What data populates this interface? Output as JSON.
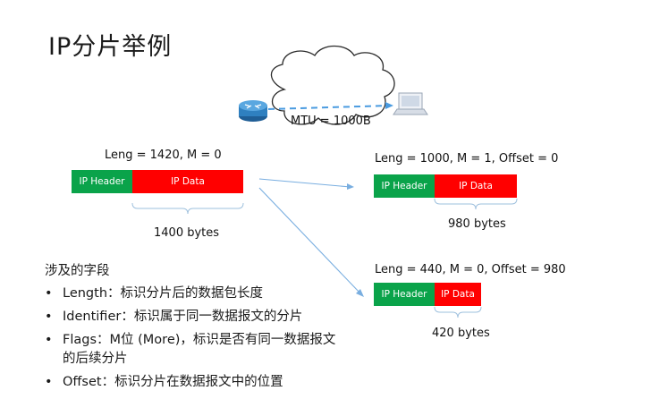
{
  "title": "IP分片举例",
  "network": {
    "mtu_label": "MTU = 1000B",
    "router_icon": "router-icon",
    "laptop_icon": "laptop-icon",
    "cloud_icon": "cloud-icon"
  },
  "original": {
    "label": "Leng = 1420, M = 0",
    "header": "IP Header",
    "data": "IP Data",
    "size": "1400 bytes"
  },
  "fragments": [
    {
      "label": "Leng = 1000, M = 1, Offset = 0",
      "header": "IP Header",
      "data": "IP Data",
      "size": "980 bytes"
    },
    {
      "label": "Leng = 440, M = 0, Offset = 980",
      "header": "IP Header",
      "data": "IP Data",
      "size": "420 bytes"
    }
  ],
  "fields": {
    "heading": "涉及的字段",
    "bullet": "•",
    "items": [
      "Length：标识分片后的数据包长度",
      "Identifier：标识属于同一数据报文的分片",
      "Flags：M位 (More)，标识是否有同一数据报文的后续分片",
      "Offset：标识分片在数据报文中的位置"
    ]
  },
  "colors": {
    "header": "#0aa34a",
    "data": "#ff0000",
    "arrow": "#79aee0",
    "brace": "#9ec0dd"
  }
}
